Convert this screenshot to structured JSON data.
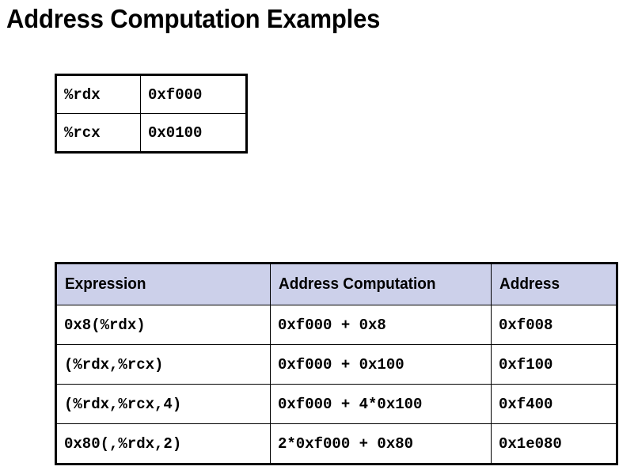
{
  "slide": {
    "title": "Address Computation Examples"
  },
  "registers": {
    "rows": [
      {
        "name": "%rdx",
        "value": "0xf000"
      },
      {
        "name": "%rcx",
        "value": "0x0100"
      }
    ]
  },
  "address_table": {
    "headers": [
      "Expression",
      "Address Computation",
      "Address"
    ],
    "rows": [
      {
        "expression": "0x8(%rdx)",
        "computation": "0xf000 + 0x8",
        "address": "0xf008"
      },
      {
        "expression": "(%rdx,%rcx)",
        "computation": "0xf000 + 0x100",
        "address": "0xf100"
      },
      {
        "expression": "(%rdx,%rcx,4)",
        "computation": "0xf000 + 4*0x100",
        "address": "0xf400"
      },
      {
        "expression": "0x80(,%rdx,2)",
        "computation": "2*0xf000 + 0x80",
        "address": "0x1e080"
      }
    ]
  },
  "colors": {
    "header_fill": "#ccd0ea",
    "border": "#000000",
    "text": "#000000",
    "background": "#ffffff"
  }
}
